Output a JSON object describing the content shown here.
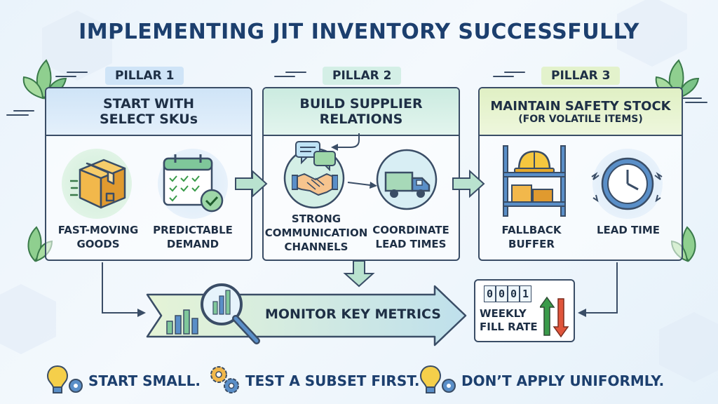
{
  "title": "IMPLEMENTING JIT INVENTORY SUCCESSFULLY",
  "pillars": [
    {
      "tag": "PILLAR 1",
      "heading_line1": "START WITH",
      "heading_line2": "SELECT SKUs",
      "items": [
        {
          "line1": "FAST-MOVING",
          "line2": "GOODS",
          "icon": "box-icon"
        },
        {
          "line1": "PREDICTABLE",
          "line2": "DEMAND",
          "icon": "calendar-check-icon"
        }
      ]
    },
    {
      "tag": "PILLAR 2",
      "heading_line1": "BUILD SUPPLIER",
      "heading_line2": "RELATIONS",
      "items": [
        {
          "line1": "STRONG",
          "line2": "COMMUNICATION",
          "line3": "CHANNELS",
          "icon": "handshake-icon"
        },
        {
          "line1": "COORDINATE",
          "line2": "LEAD TIMES",
          "icon": "truck-icon"
        }
      ]
    },
    {
      "tag": "PILLAR 3",
      "heading_line1": "MAINTAIN SAFETY STOCK",
      "heading_line2": "(FOR VOLATILE ITEMS)",
      "items": [
        {
          "line1": "FALLBACK",
          "line2": "BUFFER",
          "icon": "shelf-hardhat-icon"
        },
        {
          "line1": "LEAD TIME",
          "icon": "clock-icon"
        }
      ]
    }
  ],
  "metrics": {
    "label": "MONITOR KEY METRICS",
    "icon": "magnifier-chart-icon"
  },
  "fill_rate": {
    "digits": [
      "0",
      "0",
      "0",
      "1"
    ],
    "line1": "WEEKLY",
    "line2": "FILL RATE",
    "icon": "up-down-arrows-icon"
  },
  "tips": [
    {
      "text": "START SMALL.",
      "icon": "lightbulb-gear-icon"
    },
    {
      "text": "TEST A SUBSET FIRST.",
      "icon": "gears-icon"
    },
    {
      "text": "DON’T APPLY UNIFORMLY.",
      "icon": "lightbulb-gear-icon"
    }
  ],
  "colors": {
    "title": "#1c3f6e",
    "outline": "#3a4d66",
    "pillar1": "#cfe4f7",
    "pillar2": "#d4efe6",
    "pillar3": "#e3f2cc",
    "accent_green": "#7fc79a",
    "up": "#3a9b4a",
    "down": "#e0553b",
    "box": "#f2b84b"
  }
}
